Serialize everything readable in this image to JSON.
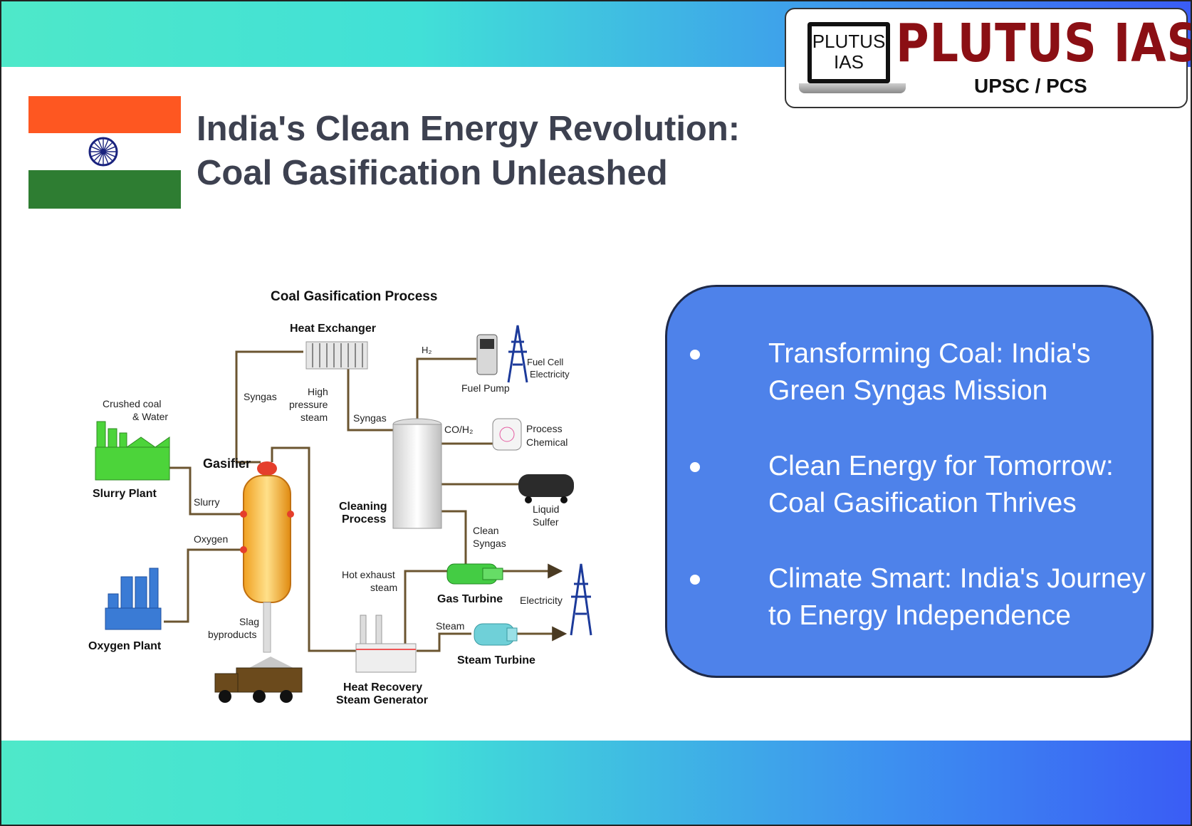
{
  "slide": {
    "title": "India's Clean Energy Revolution: Coal Gasification Unleashed",
    "logo": {
      "laptop_text_line1": "PLUTUS",
      "laptop_text_line2": "IAS",
      "brand": "PLUTUS IAS",
      "tagline": "UPSC / PCS"
    },
    "diagram": {
      "title": "Coal Gasification Process",
      "labels": {
        "heat_exchanger": "Heat Exchanger",
        "h2": "H₂",
        "fuel_cell_line1": "Fuel Cell",
        "fuel_cell_line2": "Electricity",
        "fuel_pump": "Fuel Pump",
        "syngas_left": "Syngas",
        "hp_line1": "High",
        "hp_line2": "pressure",
        "hp_line3": "steam",
        "syngas_mid": "Syngas",
        "co_h2": "CO/H₂",
        "process_line1": "Process",
        "process_line2": "Chemical",
        "crushed_line1": "Crushed coal",
        "crushed_line2": "& Water",
        "gasifier": "Gasifier",
        "slurry_plant": "Slurry Plant",
        "slurry": "Slurry",
        "cleaning_line1": "Cleaning",
        "cleaning_line2": "Process",
        "liquid_line1": "Liquid",
        "liquid_line2": "Sulfer",
        "oxygen": "Oxygen",
        "clean_line1": "Clean",
        "clean_line2": "Syngas",
        "hot_line1": "Hot exhaust",
        "hot_line2": "steam",
        "gas_turbine": "Gas Turbine",
        "electricity": "Electricity",
        "oxygen_plant": "Oxygen Plant",
        "slag_line1": "Slag",
        "slag_line2": "byproducts",
        "steam": "Steam",
        "steam_turbine": "Steam Turbine",
        "hrsg_line1": "Heat Recovery",
        "hrsg_line2": "Steam Generator"
      }
    },
    "bullets": [
      {
        "line1": "Transforming Coal: India's",
        "line2": "Green Syngas Mission"
      },
      {
        "line1": "Clean Energy for Tomorrow:",
        "line2": "Coal Gasification Thrives"
      },
      {
        "line1": "Climate Smart: India's Journey",
        "line2": "to Energy Independence"
      }
    ],
    "colors": {
      "band_start": "#4ee8c9",
      "band_end": "#3a5cf5",
      "card": "#4e82ea",
      "title": "#3d4150",
      "logo_red": "#8b0f14",
      "flag_saffron": "#fe5721",
      "flag_green": "#2e7d32",
      "chakra": "#1a237e"
    }
  }
}
